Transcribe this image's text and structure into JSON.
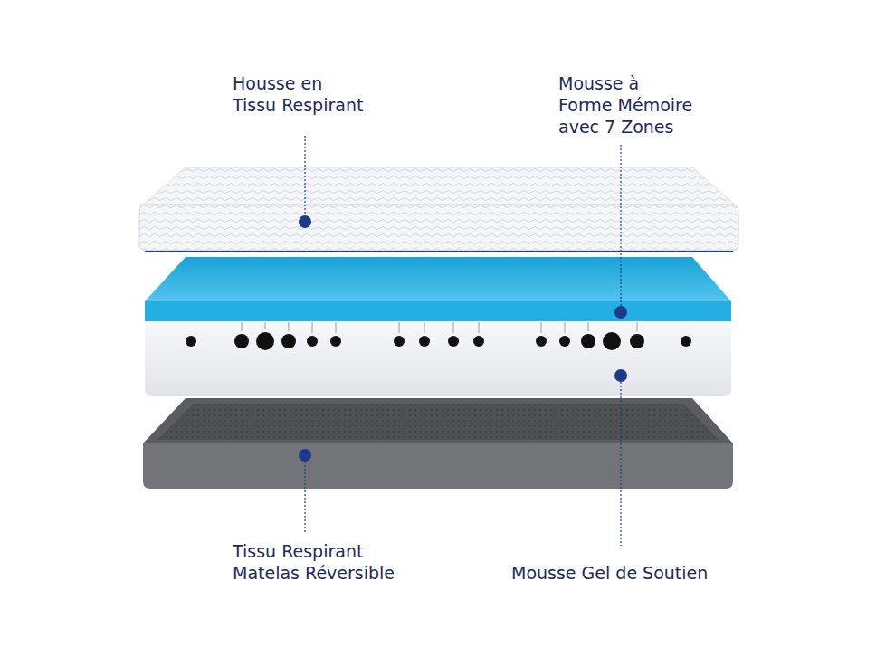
{
  "diagram": {
    "labels": [
      "Housse en Tissu Respirant",
      "Mousse à Forme Mémoire avec 7 Zones",
      "Tissu Respirant Matelas Réversible",
      "Mousse Gel de Soutien"
    ]
  }
}
